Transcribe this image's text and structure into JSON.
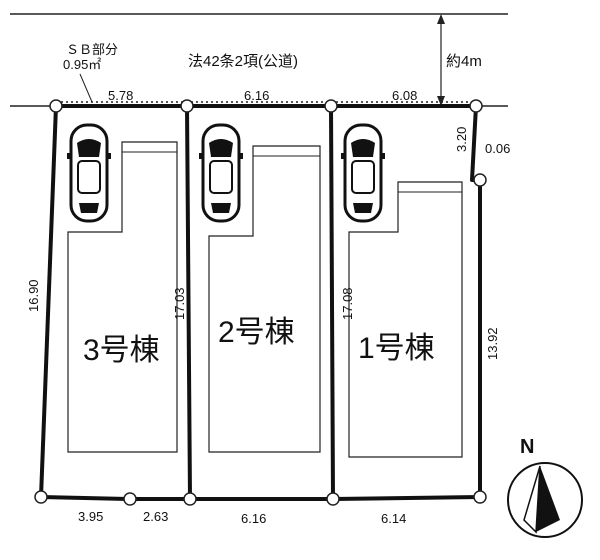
{
  "road": {
    "label": "法42条2項(公道)",
    "width_label": "約4m"
  },
  "setback": {
    "label_line1": "ＳＢ部分",
    "label_line2": "0.95㎡"
  },
  "buildings": [
    {
      "label": "3号棟"
    },
    {
      "label": "2号棟"
    },
    {
      "label": "1号棟"
    }
  ],
  "dimensions": {
    "top_3": "5.78",
    "top_2": "6.16",
    "top_1": "6.08",
    "left_3": "16.90",
    "between_3_2": "17.03",
    "between_2_1": "17.08",
    "right_upper": "3.20",
    "right_jog": "0.06",
    "right_lower": "13.92",
    "bottom_3a": "3.95",
    "bottom_3b": "2.63",
    "bottom_2": "6.16",
    "bottom_1": "6.14"
  },
  "compass": {
    "north_label": "N"
  },
  "colors": {
    "line": "#111111",
    "fill": "#ffffff"
  }
}
